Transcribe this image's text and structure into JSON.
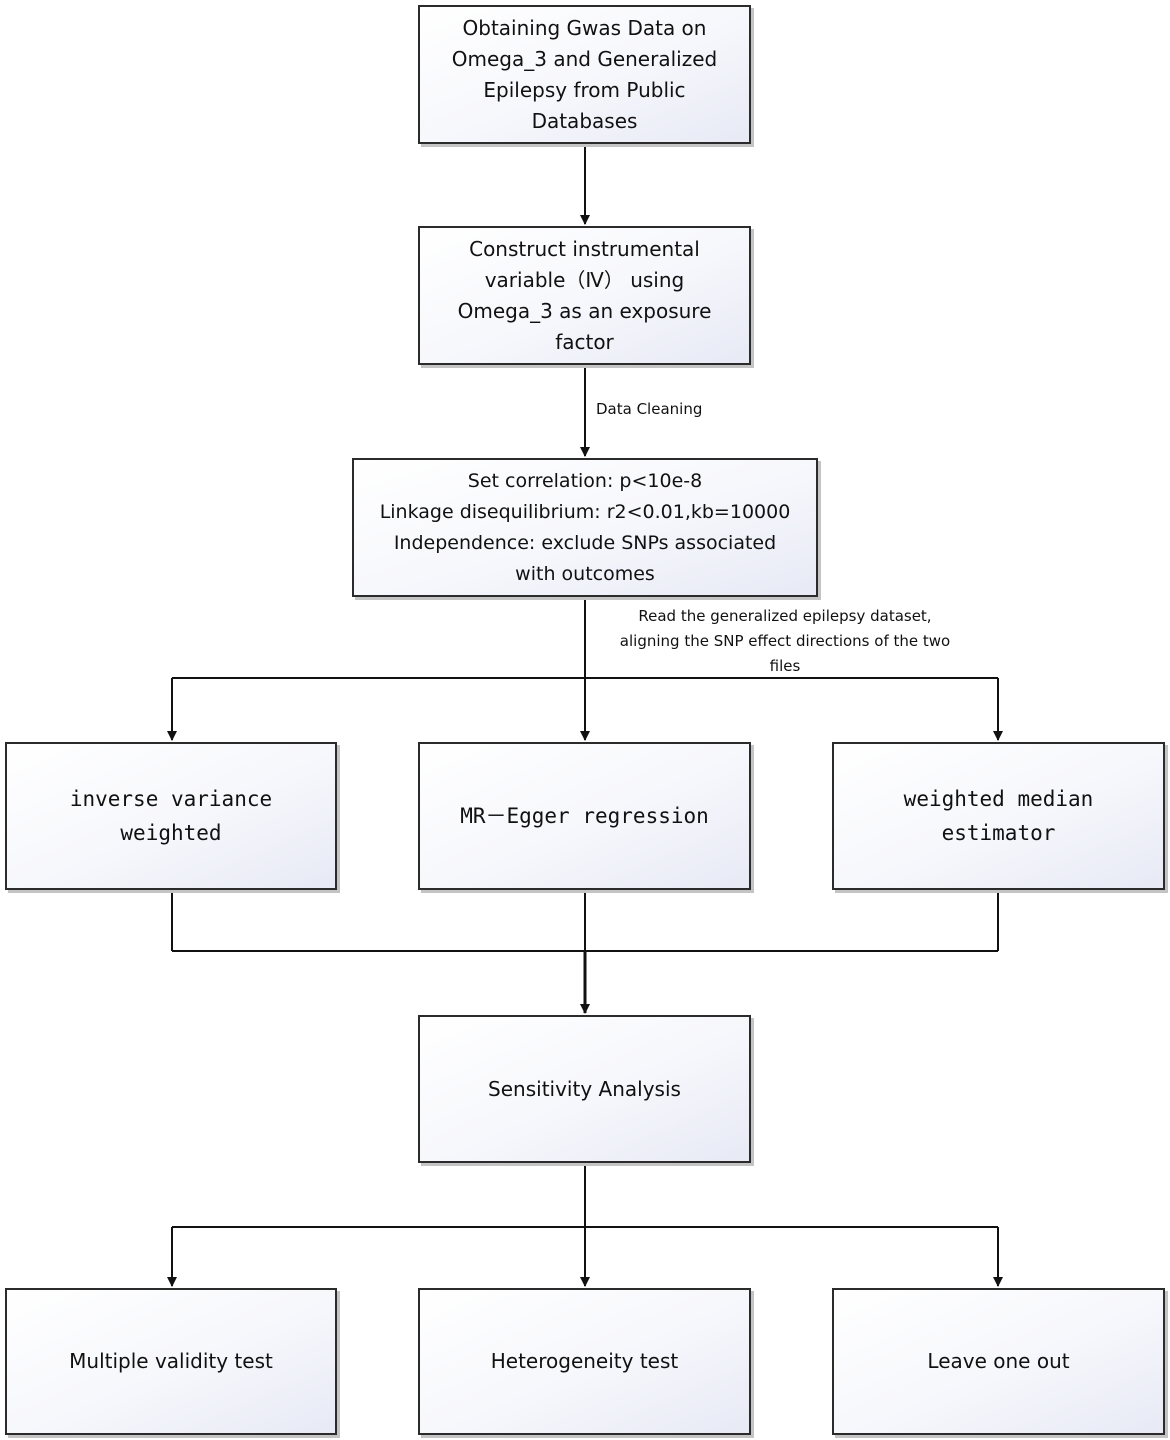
{
  "steps": {
    "gwas": "Obtaining Gwas Data on\nOmega_3 and Generalized\nEpilepsy from Public\nDatabases",
    "iv": "Construct instrumental\nvariable（Ⅳ） using\nOmega_3 as an exposure\nfactor",
    "criteria": "Set correlation: p<10e-8\nLinkage disequilibrium: r2<0.01,kb=10000\nIndependence: exclude SNPs associated\nwith outcomes",
    "sensitivity": "Sensitivity Analysis"
  },
  "methods": {
    "ivw": "inverse variance\nweighted",
    "egger": "MR－Egger regression",
    "median": "weighted median\nestimator"
  },
  "tests": {
    "mvt": "Multiple validity test",
    "het": "Heterogeneity test",
    "loo": "Leave one out"
  },
  "edge_labels": {
    "cleaning": "Data Cleaning",
    "align": "Read the generalized epilepsy dataset,\naligning the SNP effect directions of the two\nfiles"
  }
}
